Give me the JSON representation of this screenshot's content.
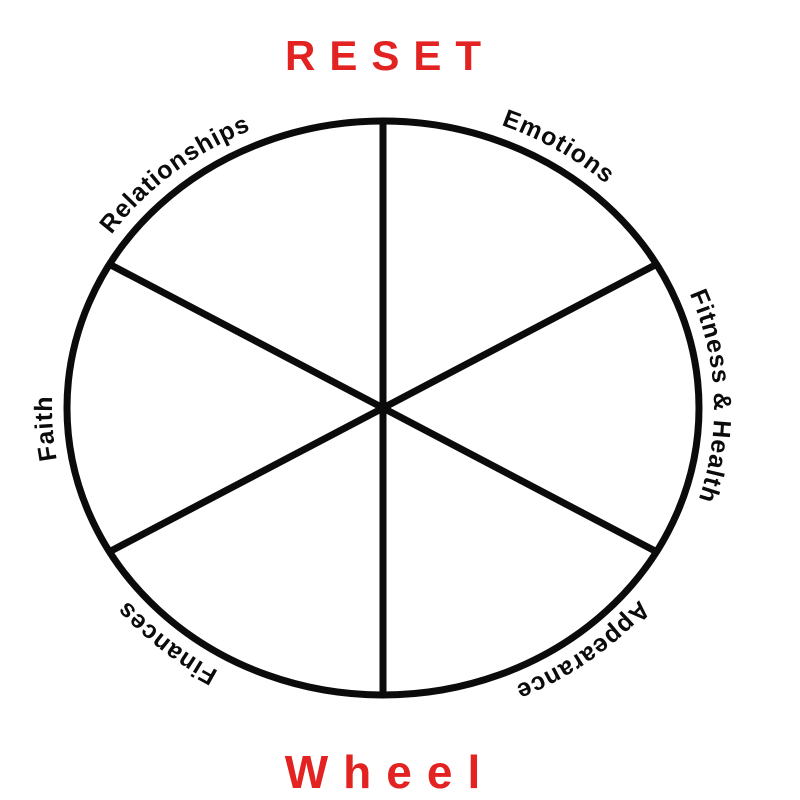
{
  "page": {
    "background_color": "#ffffff",
    "description": "RESET Wheel life-balance diagram with six empty sectors"
  },
  "titles": {
    "top": "RESET",
    "bottom": "Wheel",
    "color": "#e32222"
  },
  "wheel": {
    "stroke_color": "#0b0b0b",
    "sector_count": 6,
    "labels": [
      {
        "id": "finances",
        "text": "Finances"
      },
      {
        "id": "faith",
        "text": "Faith"
      },
      {
        "id": "relationships",
        "text": "Relationships"
      },
      {
        "id": "emotions",
        "text": "Emotions"
      },
      {
        "id": "fitness-health",
        "text": "Fitness & Health"
      },
      {
        "id": "appearance",
        "text": "Appearance"
      }
    ]
  }
}
